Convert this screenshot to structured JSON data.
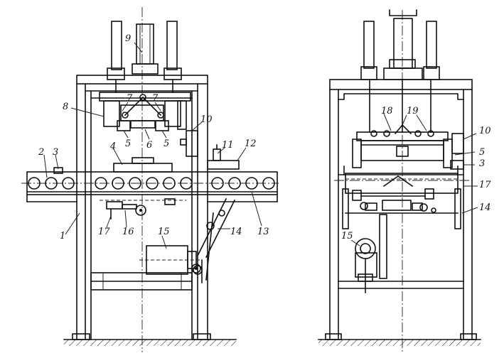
{
  "figure": {
    "left_view": {
      "labels": {
        "l1": "1",
        "l2": "2",
        "l3": "3",
        "l4": "4",
        "l5a": "5",
        "l5b": "5",
        "l6": "6",
        "l7a": "7",
        "l7b": "7",
        "l8": "8",
        "l9": "9",
        "l10": "10",
        "l11": "11",
        "l12": "12",
        "l13": "13",
        "l14": "14",
        "l15": "15",
        "l16": "16",
        "l17": "17"
      }
    },
    "right_view": {
      "labels": {
        "r3": "3",
        "r5": "5",
        "r10": "10",
        "r14": "14",
        "r15": "15",
        "r17": "17",
        "r18": "18",
        "r19": "19"
      }
    }
  }
}
